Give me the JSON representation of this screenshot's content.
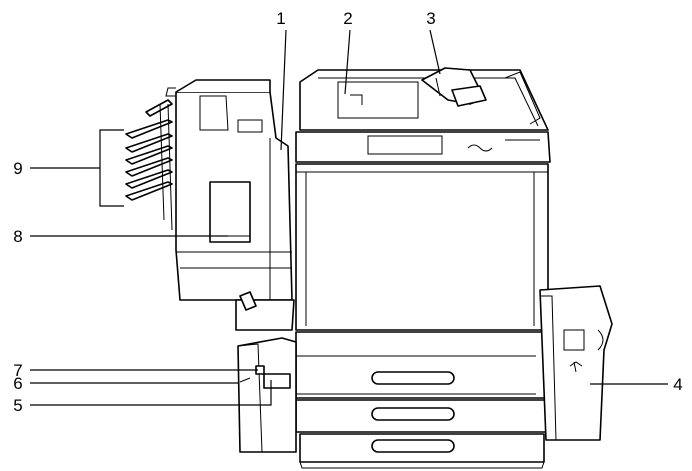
{
  "figure": {
    "callouts": [
      {
        "id": "1",
        "label": "1"
      },
      {
        "id": "2",
        "label": "2"
      },
      {
        "id": "3",
        "label": "3"
      },
      {
        "id": "4",
        "label": "4"
      },
      {
        "id": "5",
        "label": "5"
      },
      {
        "id": "6",
        "label": "6"
      },
      {
        "id": "7",
        "label": "7"
      },
      {
        "id": "8",
        "label": "8"
      },
      {
        "id": "9",
        "label": "9"
      }
    ],
    "colors": {
      "line": "#000000",
      "background": "#ffffff"
    }
  }
}
